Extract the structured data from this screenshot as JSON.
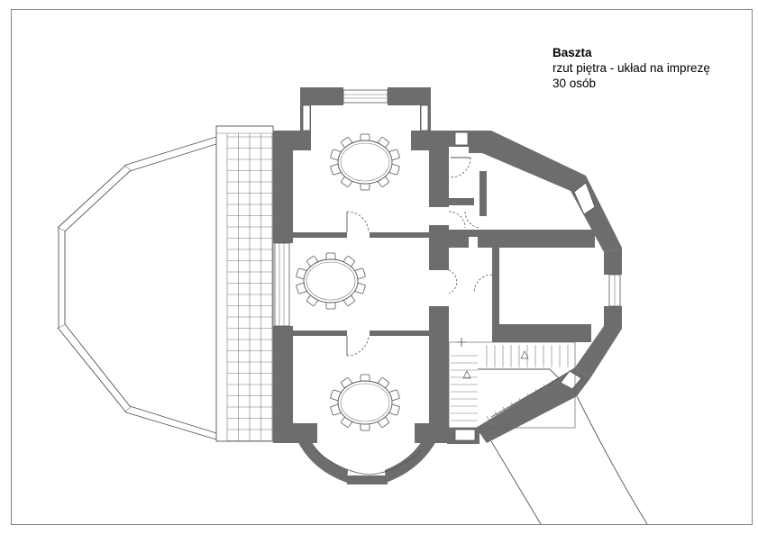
{
  "title": {
    "name": "Baszta",
    "subtitle": "rzut piętra - układ na imprezę",
    "capacity": "30 osób"
  },
  "tables": [
    {
      "room": "north-room",
      "seats": 10
    },
    {
      "room": "middle-room",
      "seats": 10
    },
    {
      "room": "south-room",
      "seats": 10
    }
  ],
  "colors": {
    "wall": "#6d6d70",
    "line": "#555555",
    "background": "#ffffff"
  }
}
